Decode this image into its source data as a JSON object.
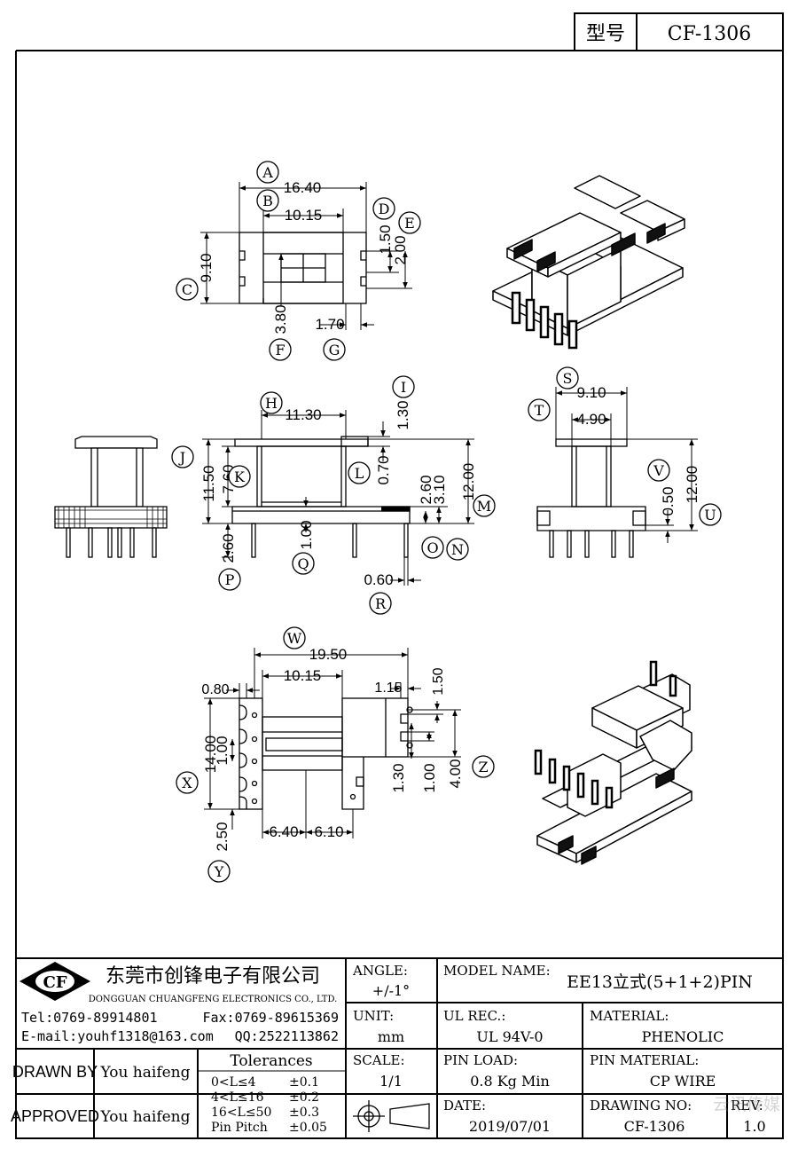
{
  "header": {
    "model_label": "型号",
    "model_value": "CF-1306"
  },
  "company": {
    "logo_text": "CF",
    "name_cn": "东莞市创锋电子有限公司",
    "name_en": "DONGGUAN CHUANGFENG ELECTRONICS CO., LTD.",
    "tel": "Tel:0769-89914801",
    "fax": "Fax:0769-89615369",
    "email": "E-mail:youhf1318@163.com",
    "qq": "QQ:2522113862"
  },
  "title_block": {
    "angle_label": "ANGLE:",
    "angle_value": "+/-1°",
    "unit_label": "UNIT:",
    "unit_value": "mm",
    "scale_label": "SCALE:",
    "scale_value": "1/1",
    "model_name_label": "MODEL NAME:",
    "model_name_value": "EE13立式(5+1+2)PIN",
    "ul_label": "UL REC.:",
    "ul_value": "UL 94V-0",
    "material_label": "MATERIAL:",
    "material_value": "PHENOLIC",
    "pin_load_label": "PIN LOAD:",
    "pin_load_value": "0.8 Kg Min",
    "pin_material_label": "PIN MATERIAL:",
    "pin_material_value": "CP WIRE",
    "date_label": "DATE:",
    "date_value": "2019/07/01",
    "drawing_no_label": "DRAWING NO:",
    "drawing_no_value": "CF-1306",
    "rev_label": "REV:",
    "rev_value": "1.0",
    "drawn_by_label": "DRAWN BY",
    "drawn_by_value": "You haifeng",
    "approved_label": "APPROVED",
    "approved_value": "You haifeng",
    "tolerances_label": "Tolerances",
    "tolerances": [
      {
        "range": "0<L≤4",
        "tol": "±0.1"
      },
      {
        "range": "4<L≤16",
        "tol": "±0.2"
      },
      {
        "range": "16<L≤50",
        "tol": "±0.3"
      },
      {
        "range": "Pin Pitch",
        "tol": "±0.05"
      }
    ]
  },
  "watermark": "云讯传媒",
  "dims": {
    "top": {
      "A": "16.40",
      "B": "10.15",
      "C": "9.10",
      "D": "1.50",
      "E": "2.00",
      "F": "3.80",
      "G": "1.70"
    },
    "front": {
      "H": "11.30",
      "I": "1.30",
      "J": "11.50",
      "K": "7.60",
      "L": "0.70",
      "M": "12.00",
      "N": "3.10",
      "O": "2.60",
      "P": "2.60",
      "Q": "1.00",
      "R": "0.60"
    },
    "side": {
      "S": "9.10",
      "T": "4.90",
      "U": "12.00",
      "V": "0.50"
    },
    "bottom": {
      "W": "19.50",
      "W2": "10.15",
      "X": "14.00",
      "X2": "1.00",
      "Y": "2.50",
      "Z": "4.00",
      "Z2": "1.00",
      "Z3": "1.30",
      "a1": "0.80",
      "a2": "1.15",
      "a3": "1.50",
      "b1": "6.40",
      "b2": "6.10"
    }
  },
  "letters": [
    "A",
    "B",
    "C",
    "D",
    "E",
    "F",
    "G",
    "H",
    "I",
    "J",
    "K",
    "L",
    "M",
    "N",
    "O",
    "P",
    "Q",
    "R",
    "S",
    "T",
    "U",
    "V",
    "W",
    "X",
    "Y",
    "Z"
  ]
}
